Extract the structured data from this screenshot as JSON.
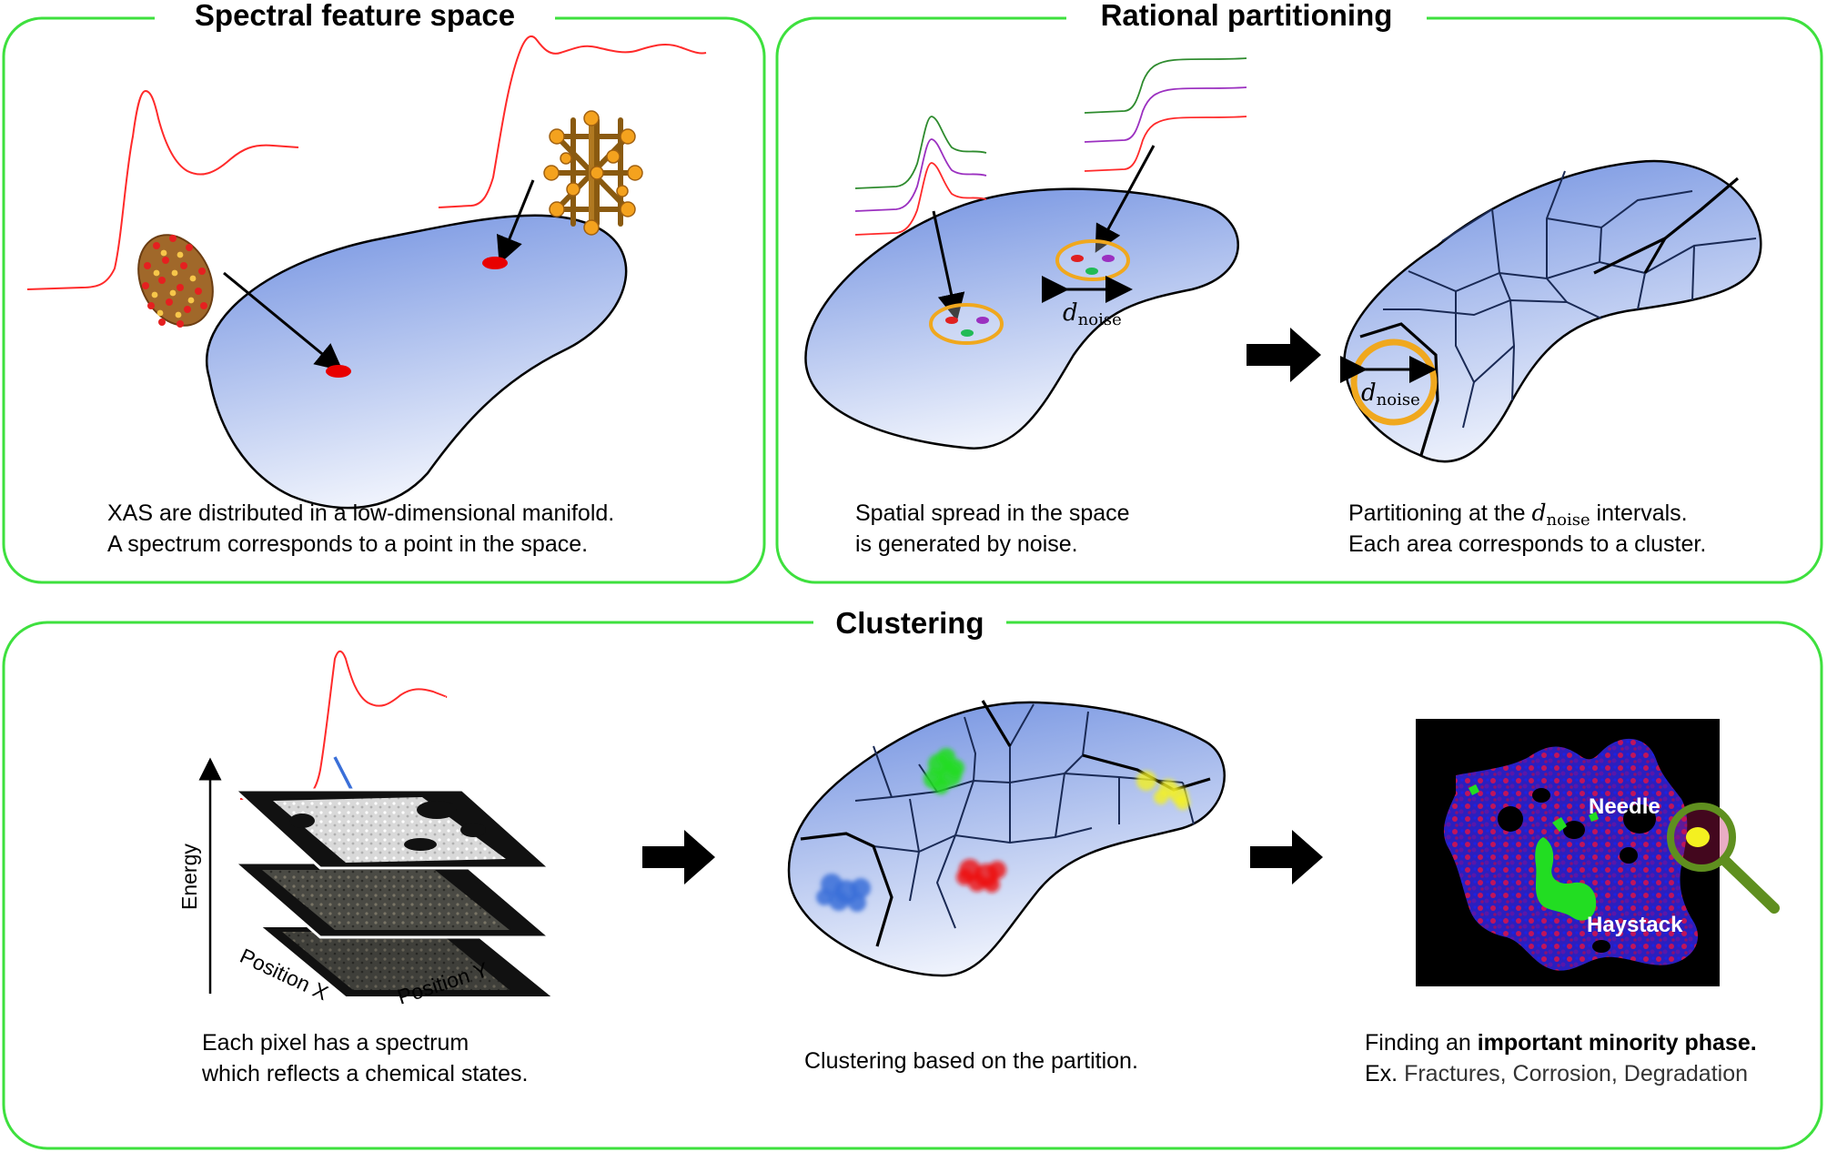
{
  "panels": {
    "spectral": {
      "title": "Spectral feature space",
      "caption_line1": "XAS are distributed in a low-dimensional manifold.",
      "caption_line2": "A spectrum corresponds to a point in the space."
    },
    "rational": {
      "title": "Rational partitioning",
      "left_caption_line1": "Spatial spread in the space",
      "left_caption_line2": "is generated by noise.",
      "right_caption_prefix": "Partitioning at the ",
      "right_caption_suffix": " intervals.",
      "right_caption_line2": "Each area corresponds to a cluster.",
      "d_symbol": "d",
      "d_subscript": "noise"
    },
    "clustering": {
      "title": "Clustering",
      "axis_energy": "Energy",
      "axis_position_x": "Position X",
      "axis_position_y": "Position Y",
      "caption_left_line1": "Each pixel has a spectrum",
      "caption_left_line2": "which reflects a chemical states.",
      "caption_middle": "Clustering based on the partition.",
      "caption_right_prefix": "Finding an ",
      "caption_right_bold": "important minority phase.",
      "caption_right_ex": "Ex.",
      "caption_right_items": " Fractures, Corrosion, Degradation",
      "label_needle": "Needle",
      "label_haystack": "Haystack"
    }
  },
  "colors": {
    "panel_border": "#3ee03e",
    "manifold_top": "#6f8fe0",
    "manifold_bottom": "#eef2fc",
    "spectrum_red": "#ff2a2a",
    "spectrum_green": "#2e8b2e",
    "spectrum_purple": "#9b30c0",
    "noise_circle": "#f0a81e",
    "cluster_green": "#22dd22",
    "cluster_red": "#ee1111",
    "cluster_blue": "#3a6fd8",
    "cluster_yellow": "#f4f020",
    "magnifier": "#5f8f1f"
  }
}
